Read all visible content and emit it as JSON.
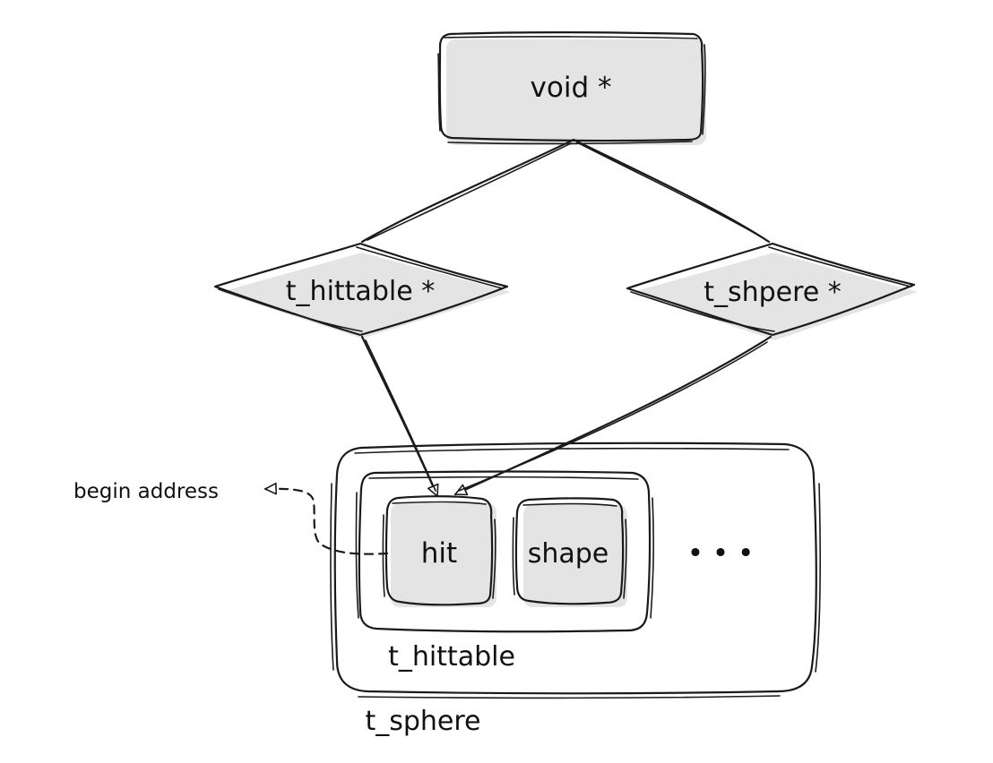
{
  "nodes": {
    "void_ptr": "void *",
    "hittable_ptr": "t_hittable *",
    "sphere_ptr": "t_shpere *",
    "hit_field": "hit",
    "shape_field": "shape",
    "ellipsis": "• • •",
    "hittable_struct": "t_hittable",
    "sphere_struct": "t_sphere"
  },
  "annotations": {
    "begin_address": "begin address"
  },
  "colors": {
    "ink": "#1a1a1a",
    "shadow": "#e4e4e4",
    "background": "#ffffff"
  }
}
